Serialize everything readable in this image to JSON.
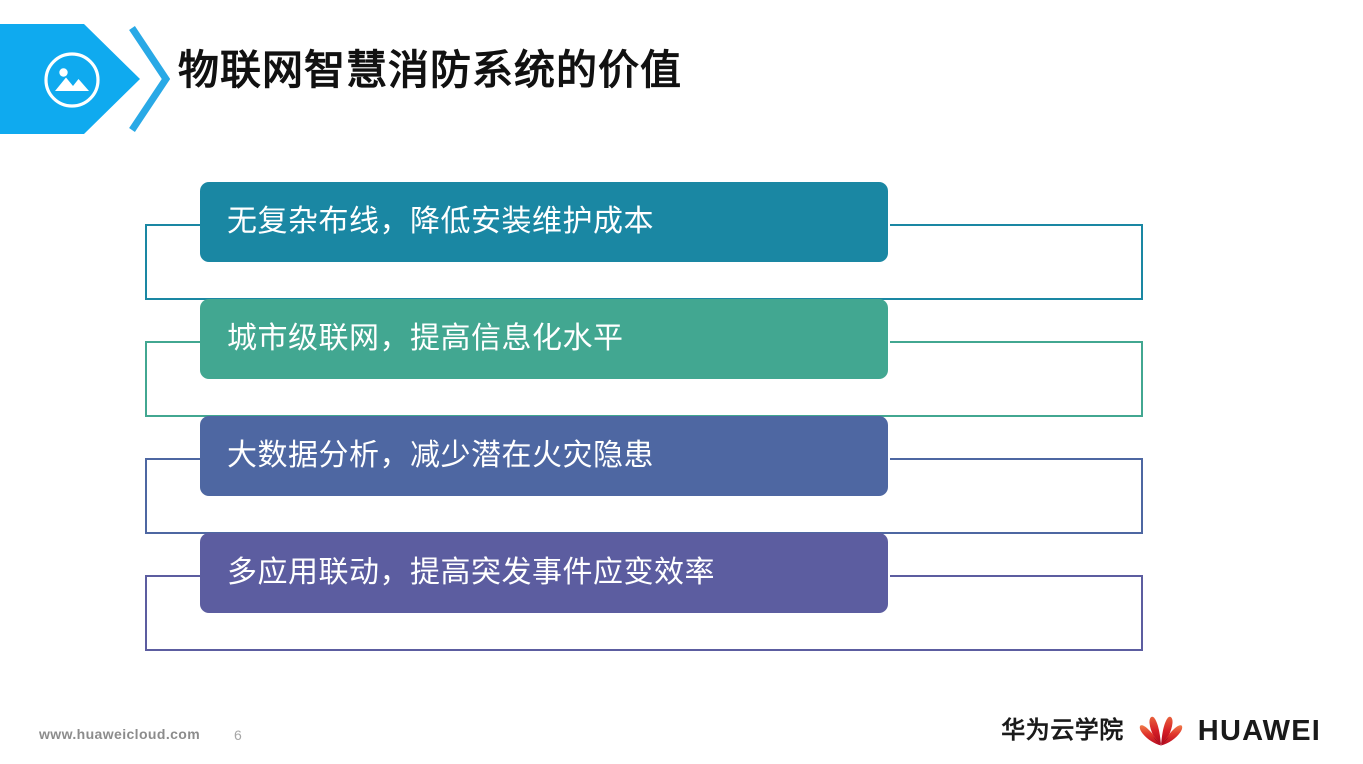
{
  "header": {
    "title": "物联网智慧消防系统的价值",
    "icon": "image-photo-icon",
    "banner_color": "#0FAAEF",
    "chevron_color": "#29A9E6"
  },
  "rows": [
    {
      "text": "无复杂布线，降低安装维护成本",
      "color": "#1A87A3"
    },
    {
      "text": "城市级联网，提高信息化水平",
      "color": "#42A791"
    },
    {
      "text": "大数据分析，减少潜在火灾隐患",
      "color": "#4E67A2"
    },
    {
      "text": "多应用联动，提高突发事件应变效率",
      "color": "#5C5DA0"
    }
  ],
  "footer": {
    "url": "www.huaweicloud.com",
    "page_number": "6"
  },
  "brand": {
    "cn_name": "华为云学院",
    "en_name": "HUAWEI",
    "mark": "huawei-flower-icon",
    "mark_color": "#CF0A2C"
  }
}
